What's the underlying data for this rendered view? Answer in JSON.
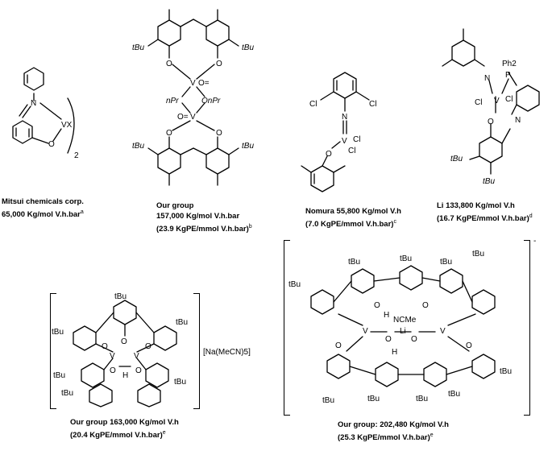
{
  "structures": [
    {
      "id": "mitsui",
      "labels": {
        "n": "N",
        "o": "O",
        "metal": "VX",
        "subscript": "2"
      },
      "caption": {
        "line1": "Mitsui chemicals corp.",
        "line2": "65,000 Kg/mol V.h.bar",
        "sup2": "a"
      }
    },
    {
      "id": "our-group-dimer",
      "labels": {
        "tbu": "tBu",
        "o": "O",
        "v": "V",
        "npr": "nPr",
        "onpr": "OnPr",
        "oeq": "O="
      },
      "caption": {
        "line1": "Our group",
        "line2": "157,000 Kg/mol V.h.bar",
        "line3": "(23.9 KgPE/mmol V.h.bar)",
        "sup3": "b"
      }
    },
    {
      "id": "nomura",
      "labels": {
        "cl": "Cl",
        "n": "N",
        "v": "V",
        "o": "O"
      },
      "caption": {
        "line1": "Nomura 55,800 Kg/mol V.h",
        "line2": "(7.0 KgPE/mmol V.h.bar)",
        "sup2": "c"
      }
    },
    {
      "id": "li",
      "labels": {
        "n": "N",
        "p": "P",
        "ph2": "Ph2",
        "v": "V",
        "cl": "Cl",
        "o": "O",
        "tbu": "tBu"
      },
      "caption": {
        "line1": "Li 133,800 Kg/mol V.h",
        "line2": "(16.7 KgPE/mmol V.h.bar)",
        "sup2": "d"
      }
    },
    {
      "id": "our-group-na",
      "labels": {
        "tbu": "tBu",
        "o": "O",
        "v": "V",
        "h": "H",
        "counterion": "[Na(MeCN)5]"
      },
      "caption": {
        "line1": "Our group 163,000 Kg/mol V.h",
        "line2": "(20.4 KgPE/mmol V.h.bar)",
        "sup2": "e"
      }
    },
    {
      "id": "our-group-li",
      "labels": {
        "tbu": "tBu",
        "o": "O",
        "v": "V",
        "h": "H",
        "li": "Li",
        "ncme": "NCMe",
        "charge": "-"
      },
      "caption": {
        "line1": "Our group: 202,480 Kg/mol V.h",
        "line2": "(25.3 KgPE/mmol V.h.bar)",
        "sup2": "e"
      }
    }
  ]
}
